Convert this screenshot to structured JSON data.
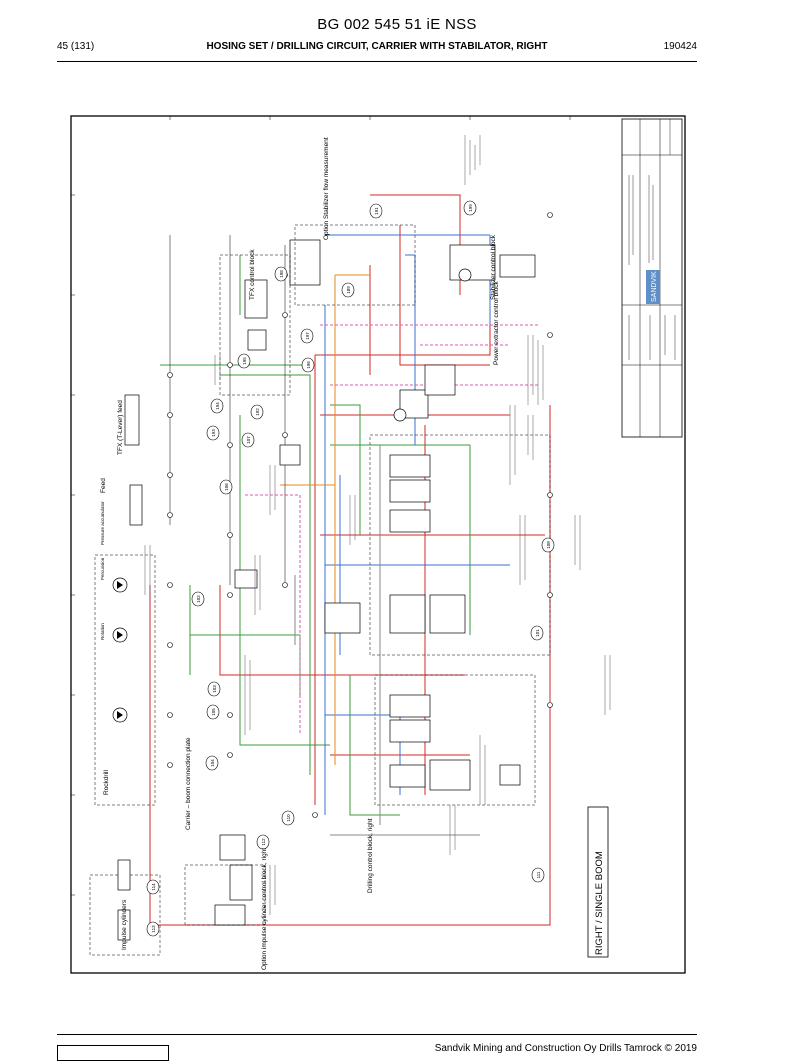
{
  "header": {
    "doc_id": "BG 002 545 51 iE NSS",
    "page": "45 (131)",
    "title": "HOSING SET / DRILLING CIRCUIT, CARRIER WITH STABILATOR, RIGHT",
    "date": "190424"
  },
  "diagram": {
    "labels": {
      "boom_title": "RIGHT / SINGLE BOOM",
      "impulse_cyl": "Impulse cylinders",
      "impulse_ctrl": "Option impulse cylinder control block, right",
      "carrier_boom": "Carrier – boom connection plate",
      "rockdrill": "Rockdrill",
      "drilling_ctrl": "Drilling control block, right",
      "feed": "Feed",
      "tfx_feed": "TFX (T-Lever) feed",
      "tfx_ctrl": "TFX control block",
      "stab_flow": "Option Stabilizer flow measurement",
      "power_extr": "Power extractor control block",
      "stab_ctrl": "Stabilizer control block",
      "rotation": "Rotation",
      "percussion": "Percussion",
      "pressure_accum": "Pressure accumulator",
      "logo": "SANDVIK"
    },
    "callouts": [
      "113",
      "114",
      "112",
      "110",
      "111",
      "104",
      "105",
      "103",
      "102",
      "101",
      "108",
      "106",
      "107",
      "193",
      "194",
      "192",
      "195",
      "196",
      "197",
      "198",
      "199",
      "191",
      "189"
    ]
  },
  "footer": {
    "copyright": "Sandvik Mining and Construction Oy Drills Tamrock © 2019"
  }
}
